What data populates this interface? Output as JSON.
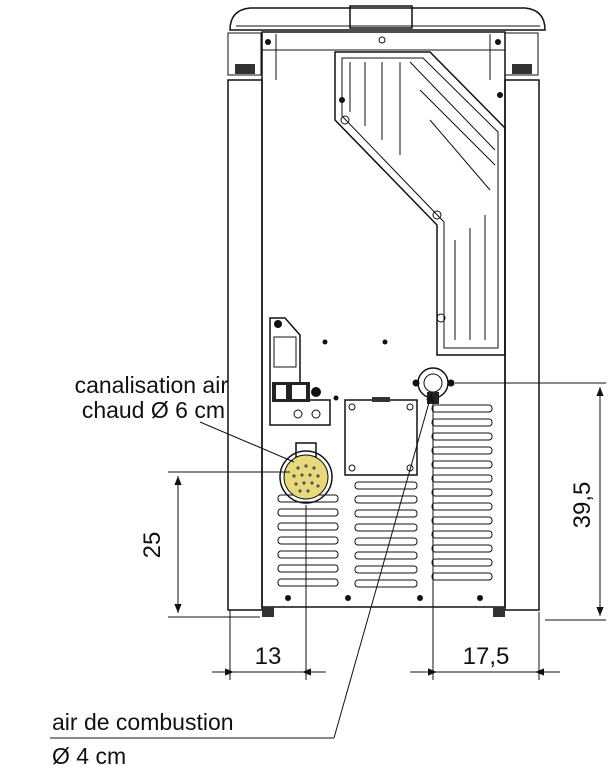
{
  "labels": {
    "hot_air": [
      "canalisation air",
      "chaud Ø 6 cm"
    ],
    "combustion": [
      "air de combustion",
      "Ø 4 cm"
    ]
  },
  "dimensions": {
    "hot_air_height": "25",
    "hot_air_offset": "13",
    "combustion_offset": "17,5",
    "combustion_height": "39,5"
  }
}
